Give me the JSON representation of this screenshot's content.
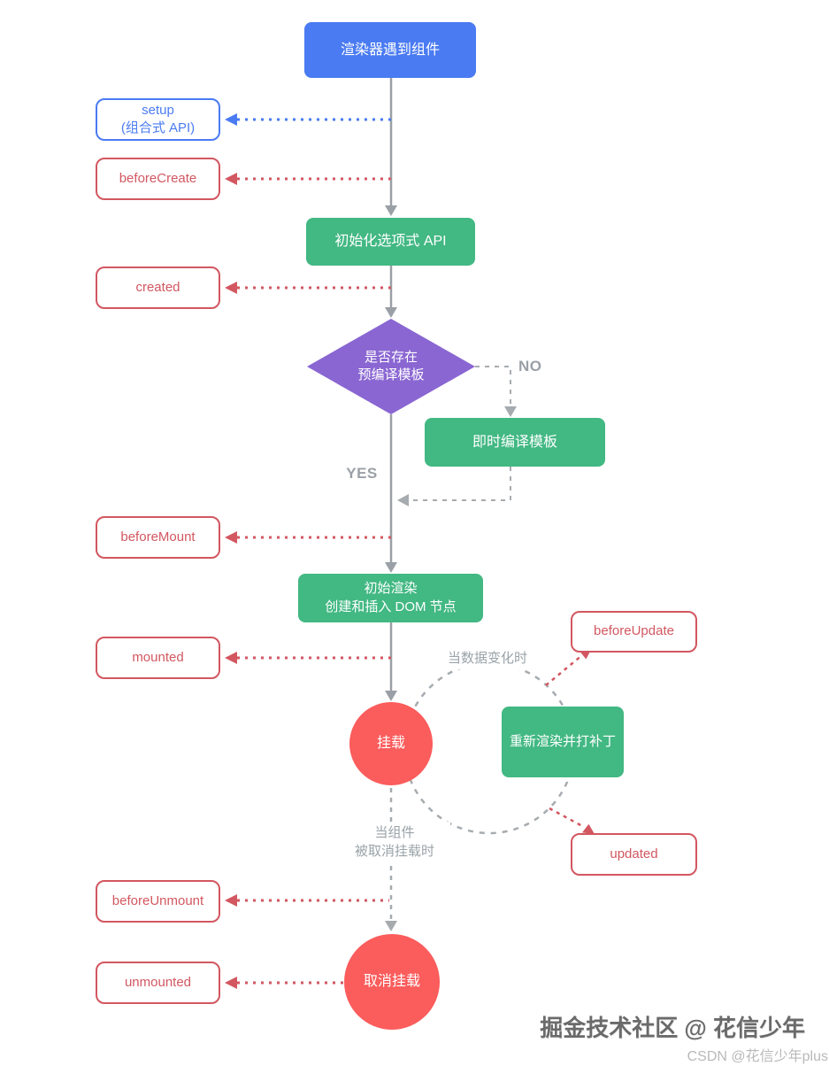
{
  "nodes": {
    "renderer": {
      "label": "渲染器遇到组件"
    },
    "setup": {
      "label": "setup\n(组合式 API)"
    },
    "before_create": {
      "label": "beforeCreate"
    },
    "init_options": {
      "label": "初始化选项式 API"
    },
    "created": {
      "label": "created"
    },
    "has_template": {
      "label": "是否存在\n预编译模板"
    },
    "compile_template": {
      "label": "即时编译模板"
    },
    "before_mount": {
      "label": "beforeMount"
    },
    "initial_render": {
      "label": "初始渲染\n创建和插入 DOM 节点"
    },
    "mounted_hook": {
      "label": "mounted"
    },
    "mounted_state": {
      "label": "挂载"
    },
    "before_update": {
      "label": "beforeUpdate"
    },
    "rerender": {
      "label": "重新渲染并打补丁"
    },
    "updated": {
      "label": "updated"
    },
    "before_unmount": {
      "label": "beforeUnmount"
    },
    "unmounted_state": {
      "label": "取消挂载"
    },
    "unmounted_hook": {
      "label": "unmounted"
    }
  },
  "labels": {
    "no": "NO",
    "yes": "YES",
    "when_data_changes": "当数据变化时",
    "when_unmounted": "当组件\n被取消挂载时"
  },
  "watermark": {
    "juejin": "掘金技术社区 @ 花信少年",
    "csdn": "CSDN @花信少年plus"
  },
  "colors": {
    "blue": "#4a7bf2",
    "green": "#42b883",
    "purple": "#8a66d2",
    "red_fill": "#fb5c5c",
    "red_line": "#d25760",
    "gray_line": "#9aa0a6",
    "gray_dash": "#a6abaf",
    "annotation_gray": "#9aa3a8",
    "background": "#ffffff"
  }
}
